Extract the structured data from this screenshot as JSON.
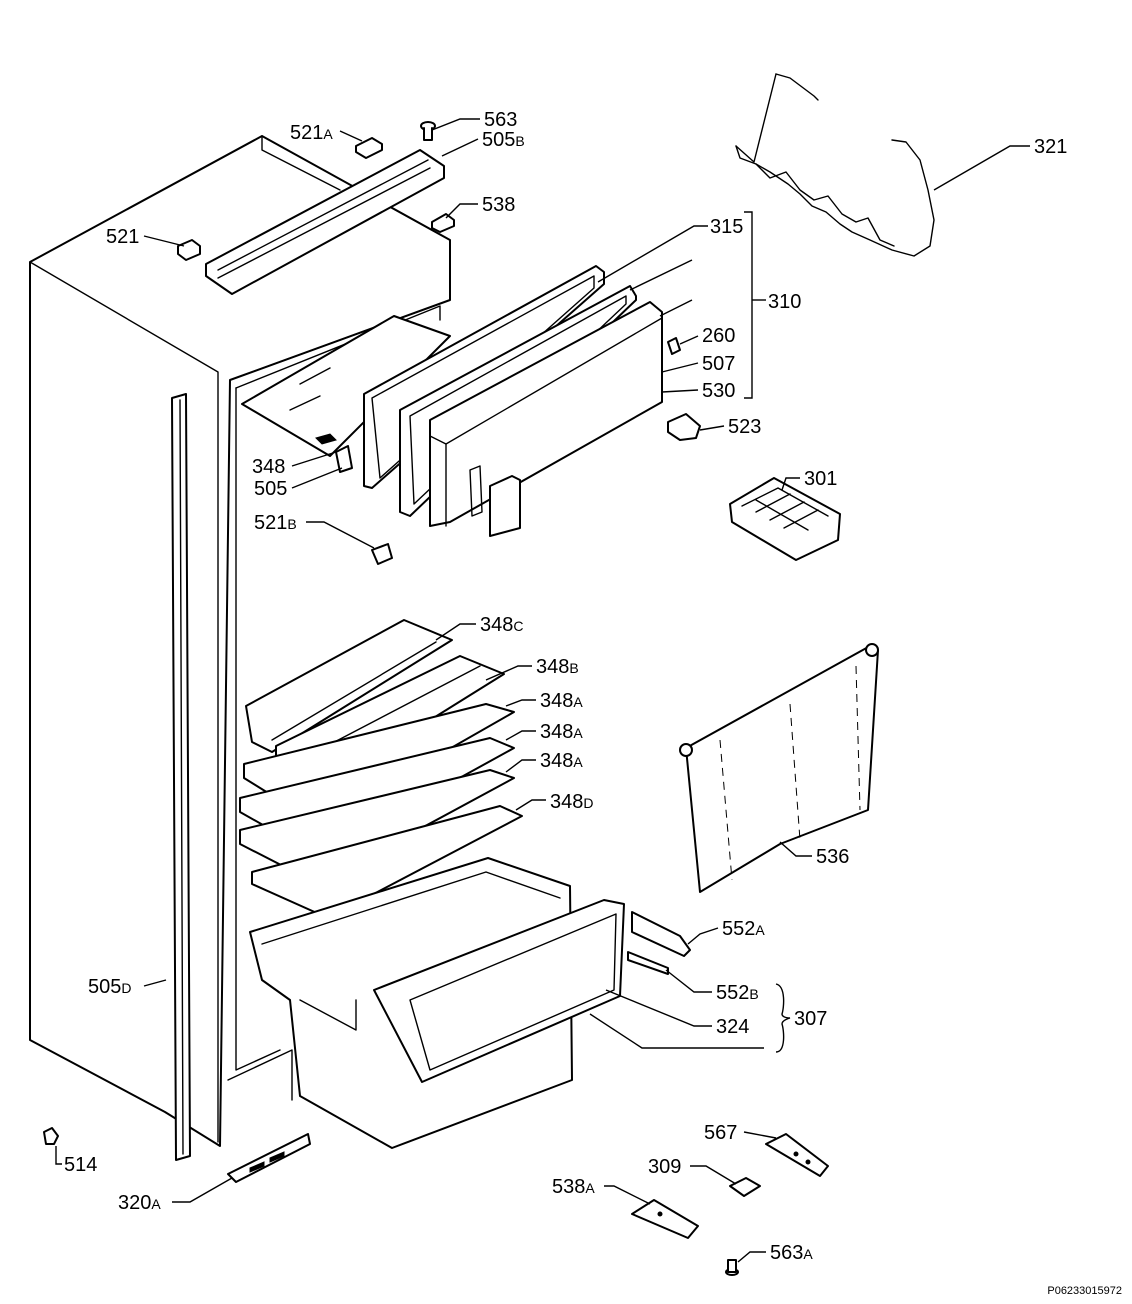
{
  "callouts": [
    {
      "id": "p563",
      "num": "563",
      "suffix": ""
    },
    {
      "id": "p521a",
      "num": "521",
      "suffix": "A"
    },
    {
      "id": "p505b",
      "num": "505",
      "suffix": "B"
    },
    {
      "id": "p538",
      "num": "538",
      "suffix": ""
    },
    {
      "id": "p521",
      "num": "521",
      "suffix": ""
    },
    {
      "id": "p315",
      "num": "315",
      "suffix": ""
    },
    {
      "id": "p321",
      "num": "321",
      "suffix": ""
    },
    {
      "id": "p310",
      "num": "310",
      "suffix": ""
    },
    {
      "id": "p260",
      "num": "260",
      "suffix": ""
    },
    {
      "id": "p507",
      "num": "507",
      "suffix": ""
    },
    {
      "id": "p530",
      "num": "530",
      "suffix": ""
    },
    {
      "id": "p523",
      "num": "523",
      "suffix": ""
    },
    {
      "id": "p348",
      "num": "348",
      "suffix": ""
    },
    {
      "id": "p505",
      "num": "505",
      "suffix": ""
    },
    {
      "id": "p301",
      "num": "301",
      "suffix": ""
    },
    {
      "id": "p521b",
      "num": "521",
      "suffix": "B"
    },
    {
      "id": "p348c",
      "num": "348",
      "suffix": "C"
    },
    {
      "id": "p348b",
      "num": "348",
      "suffix": "B"
    },
    {
      "id": "p348a1",
      "num": "348",
      "suffix": "A"
    },
    {
      "id": "p348a2",
      "num": "348",
      "suffix": "A"
    },
    {
      "id": "p348a3",
      "num": "348",
      "suffix": "A"
    },
    {
      "id": "p348d",
      "num": "348",
      "suffix": "D"
    },
    {
      "id": "p536",
      "num": "536",
      "suffix": ""
    },
    {
      "id": "p552a",
      "num": "552",
      "suffix": "A"
    },
    {
      "id": "p552b",
      "num": "552",
      "suffix": "B"
    },
    {
      "id": "p307",
      "num": "307",
      "suffix": ""
    },
    {
      "id": "p324",
      "num": "324",
      "suffix": ""
    },
    {
      "id": "p505d",
      "num": "505",
      "suffix": "D"
    },
    {
      "id": "p514",
      "num": "514",
      "suffix": ""
    },
    {
      "id": "p567",
      "num": "567",
      "suffix": ""
    },
    {
      "id": "p309",
      "num": "309",
      "suffix": ""
    },
    {
      "id": "p538a",
      "num": "538",
      "suffix": "A"
    },
    {
      "id": "p320a",
      "num": "320",
      "suffix": "A"
    },
    {
      "id": "p563a",
      "num": "563",
      "suffix": "A"
    }
  ],
  "drawing_reference": "P06233015972"
}
